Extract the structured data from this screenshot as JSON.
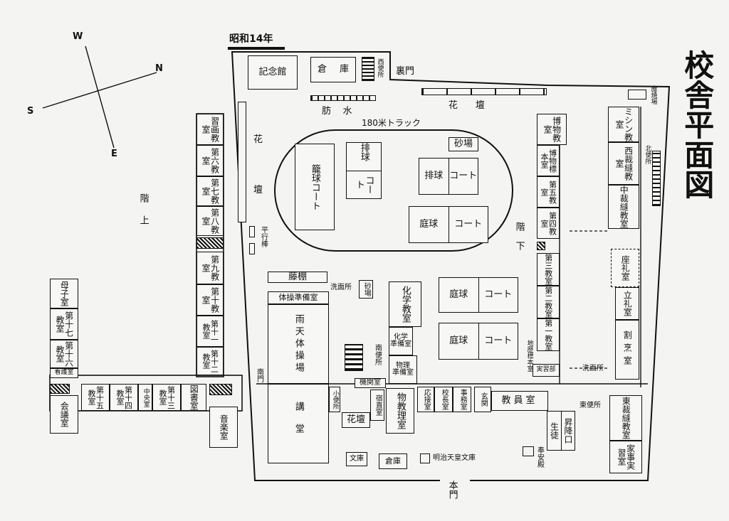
{
  "title": "校舎平面図",
  "year": "昭和14年",
  "compass": {
    "n": "N",
    "s": "S",
    "e": "E",
    "w": "W"
  },
  "floor_labels": {
    "upper": "階上",
    "lower": "階下"
  },
  "gates": {
    "main": "本門",
    "south": "南門",
    "back": "裏門"
  },
  "rooms": {
    "kinenkan": "記念館",
    "souko_top": [
      "倉",
      "庫"
    ],
    "nishi_benjo": "西便所",
    "bousui": [
      "肪",
      "水"
    ],
    "kadan_top": [
      "花",
      "壇"
    ],
    "track": "180米トラック",
    "kadan_left": [
      "花",
      "壇"
    ],
    "heikoubou": "平行棒",
    "kago_court": "籠球コート",
    "haikyu_court_v": [
      "排球",
      "コート"
    ],
    "sunaba1": "砂場",
    "haikyu_court_h": [
      "排球",
      "コート"
    ],
    "teikyu_court1": [
      "庭球",
      "コート"
    ],
    "teikyu_court2": [
      "庭球",
      "コート"
    ],
    "teikyu_court3": [
      "庭球",
      "コート"
    ],
    "toudana": "藤棚",
    "taisou_junbi": "体操準備室",
    "senmenjo1": "洗面所",
    "sunaba2": "砂場",
    "amaten_taisoujo": "雨天体操場",
    "koudou": "講堂",
    "kagaku_kyoushitsu": "化学教室",
    "kagaku_junbi": [
      "化学",
      "準備室"
    ],
    "butsuri_junbi": [
      "物理",
      "準備室"
    ],
    "minami_benjo": "南便所",
    "kikan_shitsu": "機関室",
    "shou_benjo": "小便所",
    "shukuchoku": "宿直室",
    "kadan_small": "花壇",
    "butsuri_kyoushitsu": "物教理室",
    "ousetsu": "応接室",
    "kouchou": "校長室",
    "jimu": "事務室",
    "genkan": "玄関",
    "kyouin": "教員室",
    "seito_shoukou": [
      "生徒",
      "昇降口"
    ],
    "higashi_benjo": "東便所",
    "houanden": "奉安殿",
    "bunko": "文庫",
    "souko_bottom": "倉庫",
    "meiji_bunko": "明治天皇文庫",
    "hakubutsu": "博物教室",
    "hakubutsu_hyouhon": "博物標本室",
    "kyou5": "第五教室",
    "kyou4": "第四教室",
    "kyou3": "第三教室",
    "kyou2": "第二教室",
    "kyou1": "第一教室",
    "chireki_hyouhon": "地歴標本室",
    "jitsugyoubu": "実習部",
    "senmenjo2": "洗面所",
    "mishin": "ミシン教室",
    "nishi_saihou": "西裁縫教室",
    "naka_saihou": "中裁縫教室",
    "kita_benjo": "北便所",
    "shoukyakujo": "塵焼場",
    "zarei": "座礼室",
    "ritsurei": "立礼室",
    "kappou": "割烹室",
    "higashi_saihou": "東裁縫教室",
    "kaji_jisshuu": "家事実習室",
    "zuga": "習画教室",
    "kyou6": "第六教室",
    "kyou7": "第七教室",
    "kyou8": "第八教室",
    "kyou9": "第九教室",
    "kyou10": "第十教室",
    "kyou11": "第十一教室",
    "kyou12": "第十二教室",
    "fubo": "母子室",
    "kyou17": "第十七教室",
    "kyou16": "第十六教室",
    "kango": "看護室",
    "kaigi": "会議室",
    "kyou15": "第十五教室",
    "kyou14": "第十四教室",
    "chuuou": "中央室",
    "kyou13": "第十三教室",
    "tosho": "図書室",
    "ongaku": "音楽室"
  }
}
